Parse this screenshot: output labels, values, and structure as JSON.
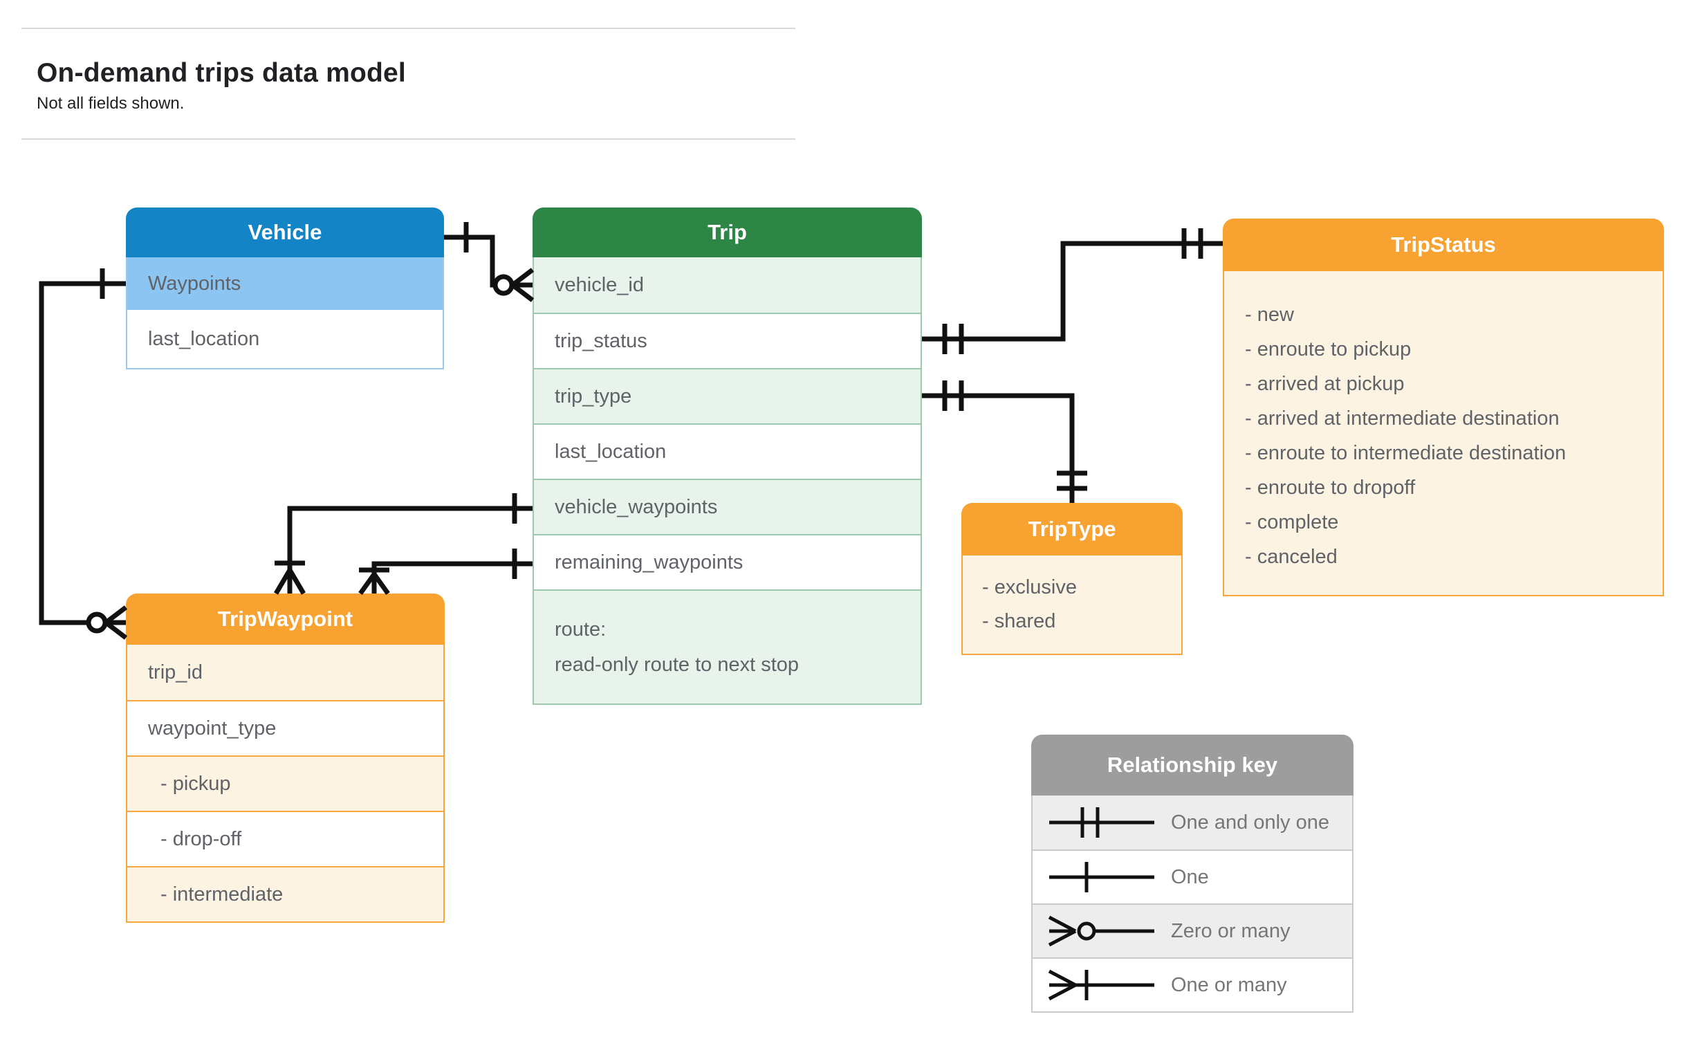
{
  "page": {
    "title": "On-demand trips data model",
    "subtitle": "Not all fields shown."
  },
  "entities": {
    "vehicle": {
      "title": "Vehicle",
      "fields": [
        "Waypoints",
        "last_location"
      ],
      "highlighted_field": "Waypoints"
    },
    "trip": {
      "title": "Trip",
      "fields": [
        "vehicle_id",
        "trip_status",
        "trip_type",
        "last_location",
        "vehicle_waypoints",
        "remaining_waypoints"
      ],
      "route_field": {
        "line1": "route:",
        "line2": "read-only route to next stop"
      }
    },
    "trip_status": {
      "title": "TripStatus",
      "values": [
        "- new",
        "- enroute to pickup",
        "- arrived at pickup",
        "- arrived at intermediate destination",
        "- enroute to intermediate destination",
        "- enroute to dropoff",
        "- complete",
        "- canceled"
      ]
    },
    "trip_waypoint": {
      "title": "TripWaypoint",
      "fields": [
        "trip_id",
        "waypoint_type"
      ],
      "waypoint_type_values": [
        "- pickup",
        "- drop-off",
        "- intermediate"
      ]
    },
    "trip_type": {
      "title": "TripType",
      "values": [
        "- exclusive",
        "- shared"
      ]
    }
  },
  "legend": {
    "title": "Relationship key",
    "items": [
      {
        "symbol": "one-and-only-one",
        "label": "One and only one"
      },
      {
        "symbol": "one",
        "label": "One"
      },
      {
        "symbol": "zero-or-many",
        "label": "Zero or many"
      },
      {
        "symbol": "one-or-many",
        "label": "One or many"
      }
    ]
  },
  "relationships": [
    {
      "from": "Vehicle",
      "to": "Trip.vehicle_id",
      "from_cardinality": "one",
      "to_cardinality": "zero or many"
    },
    {
      "from": "Vehicle.Waypoints",
      "to": "TripWaypoint",
      "from_cardinality": "one",
      "to_cardinality": "zero or many"
    },
    {
      "from": "Trip.trip_status",
      "to": "TripStatus",
      "from_cardinality": "one and only one",
      "to_cardinality": "one and only one"
    },
    {
      "from": "Trip.trip_type",
      "to": "TripType",
      "from_cardinality": "one and only one",
      "to_cardinality": "one and only one"
    },
    {
      "from": "Trip.vehicle_waypoints",
      "to": "TripWaypoint",
      "from_cardinality": "one",
      "to_cardinality": "one or many"
    },
    {
      "from": "Trip.remaining_waypoints",
      "to": "TripWaypoint",
      "from_cardinality": "one",
      "to_cardinality": "one or many"
    }
  ],
  "colors": {
    "vehicle_header": "#1384c5",
    "vehicle_highlight_row": "#8cc5f1",
    "trip_header": "#2e8646",
    "trip_alt_row": "#e8f3ec",
    "orange_header": "#f8a331",
    "orange_alt_row": "#fdf3e2",
    "legend_header": "#9d9d9d",
    "legend_alt_row": "#ededed",
    "connector": "#111111",
    "field_text": "#5f6368",
    "title_text": "#202124"
  }
}
